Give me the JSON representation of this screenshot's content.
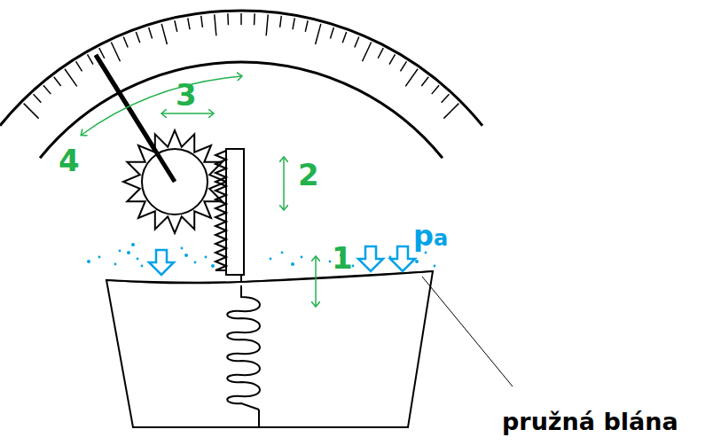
{
  "diagram": {
    "labels": [
      "3",
      "2",
      "4",
      "1",
      "pa",
      "pružná blána"
    ]
  }
}
